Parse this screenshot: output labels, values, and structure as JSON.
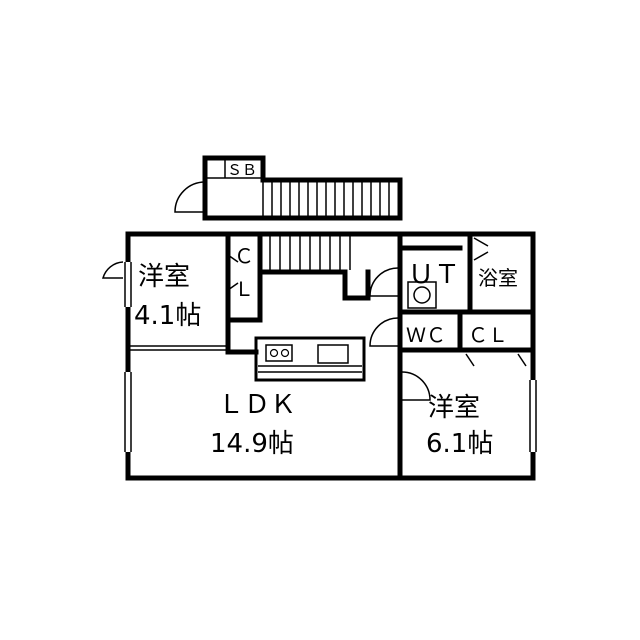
{
  "rooms": {
    "yoshitsu_a": {
      "name": "洋室",
      "size": "4.1帖"
    },
    "ldk": {
      "name": "ＬＤＫ",
      "size": "14.9帖"
    },
    "yoshitsu_b": {
      "name": "洋室",
      "size": "6.1帖"
    },
    "ut": "ＵＴ",
    "bath": "浴室",
    "wc": "ＷＣ",
    "cl": "ＣＬ",
    "closet_c": "Ｃ",
    "closet_l": "Ｌ",
    "sb": "ＳＢ"
  }
}
